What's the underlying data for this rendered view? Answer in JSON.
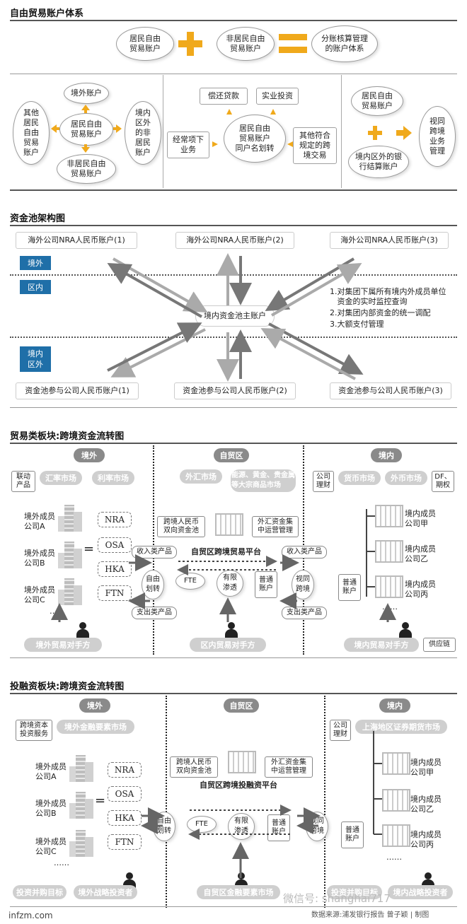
{
  "s1": {
    "title": "自由贸易账户体系",
    "top": {
      "a": "居民自由\n贸易账户",
      "b": "非居民自由\n贸易账户",
      "c": "分账核算管理\n的账户体系"
    },
    "left": {
      "center": "居民自由\n贸易账户",
      "up": "境外账户",
      "down": "非居民自由\n贸易账户",
      "left": "其他\n居民\n自由\n贸易\n账户",
      "right": "境内\n区外\n的非\n居民\n账户"
    },
    "mid": {
      "center": "居民自由\n贸易账户\n同户名划转",
      "a": "偿还贷款",
      "b": "实业投资",
      "c": "经常项下\n业务",
      "d": "其他符合\n规定的跨\n境交易"
    },
    "right": {
      "a": "居民自由\n贸易账户",
      "b": "境内区外的银\n行结算账户",
      "c": "视同\n跨境\n业务\n管理"
    }
  },
  "s2": {
    "title": "资金池架构图",
    "nra": [
      "海外公司NRA人民币账户(1)",
      "海外公司NRA人民币账户(2)",
      "海外公司NRA人民币账户(3)"
    ],
    "tag_out": "境外",
    "tag_in": "区内",
    "tag_in2": "境内\n区外",
    "main": "境内资金池主账户",
    "notes": [
      "1.对集团下属所有境内外成员单位",
      "   资金的实时监控查询",
      "2.对集团内部资金的统一调配",
      "3.大额支付管理"
    ],
    "members": [
      "资金池参与公司人民币账户(1)",
      "资金池参与公司人民币账户(2)",
      "资金池参与公司人民币账户(3)"
    ]
  },
  "s3": {
    "title": "贸易类板块:跨境资金流转图",
    "zones": [
      "境外",
      "自贸区",
      "境内"
    ],
    "left_tags": {
      "product": "联动\n产品",
      "fx": "汇率市场",
      "rate": "利率市场"
    },
    "companies": [
      "境外成员\n公司A",
      "境外成员\n公司B",
      "境外成员\n公司C"
    ],
    "accounts": [
      "NRA",
      "OSA",
      "HKA",
      "FTN"
    ],
    "mid_tags": {
      "fx": "外汇市场",
      "energy": "能源、黄金、贵金属\n等大宗商品市场"
    },
    "pool_a": "跨境人民币\n双向资金池",
    "pool_b": "外汇资金集\n中运营管理",
    "platform": "自贸区跨境贸易平台",
    "income": "收入类产品",
    "expense": "支出类产品",
    "free": "自由\n划转",
    "fte": "FTE",
    "limited": "有限\n渗透",
    "normal": "普通\n账户",
    "cross": "视同\n跨境",
    "right_tags": {
      "fin": "公司\n理财",
      "money": "货币市场",
      "foreign": "外币市场",
      "df": "DF、\n期权"
    },
    "domestic": [
      "境内成员\n公司甲",
      "境内成员\n公司乙",
      "境内成员\n公司丙"
    ],
    "bottom": [
      "境外贸易对手方",
      "区内贸易对手方",
      "境内贸易对手方"
    ],
    "supply": "供应链",
    "dots": "……"
  },
  "s4": {
    "title": "投融资板块:跨境资金流转图",
    "zones": [
      "境外",
      "自贸区",
      "境内"
    ],
    "left_tags": {
      "svc": "跨境资本\n投资服务",
      "mkt": "境外金融要素市场"
    },
    "companies": [
      "境外成员\n公司A",
      "境外成员\n公司B",
      "境外成员\n公司C"
    ],
    "accounts": [
      "NRA",
      "OSA",
      "HKA",
      "FTN"
    ],
    "pool_a": "跨境人民币\n双向资金池",
    "pool_b": "外汇资金集\n中运营管理",
    "platform": "自贸区跨境投融资平台",
    "free": "自由\n划转",
    "fte": "FTE",
    "limited": "有限\n渗透",
    "normal": "普通\n账户",
    "cross": "视同\n跨境",
    "right_tags": {
      "fin": "公司\n理财",
      "mkt": "上海地区证券期货市场"
    },
    "domestic": [
      "境内成员\n公司甲",
      "境内成员\n公司乙",
      "境内成员\n公司丙"
    ],
    "bottom": [
      "投资并购目标",
      "境外战略投资者",
      "自贸区金融要素市场",
      "投资并购目标",
      "境内战略投资者"
    ],
    "dots": "……"
  },
  "footer": {
    "site": "infzm.com",
    "source": "数据来源:浦发银行报告  曾子颖 | 制图",
    "wechat": "微信号: shanghai717"
  }
}
